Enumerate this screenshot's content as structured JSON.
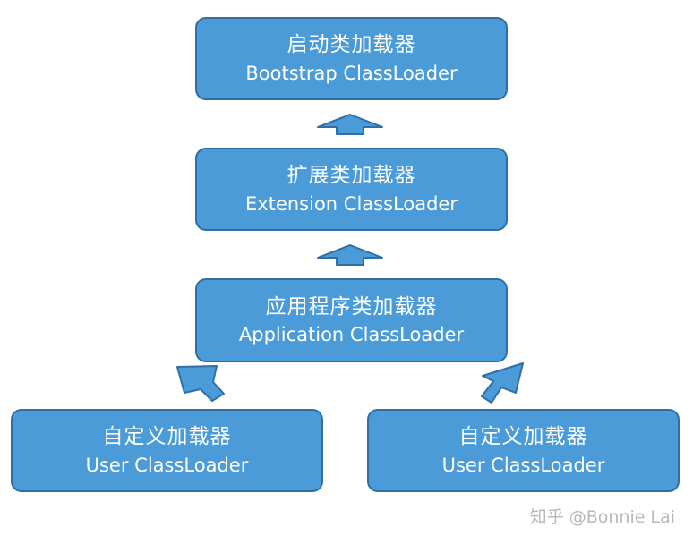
{
  "colors": {
    "box_fill": "#4a9bd8",
    "box_border": "#2f6fa6",
    "text": "#ffffff",
    "watermark": "#b8b8b8"
  },
  "nodes": {
    "bootstrap": {
      "zh": "启动类加载器",
      "en": "Bootstrap ClassLoader"
    },
    "extension": {
      "zh": "扩展类加载器",
      "en": "Extension ClassLoader"
    },
    "application": {
      "zh": "应用程序类加载器",
      "en": "Application ClassLoader"
    },
    "user_left": {
      "zh": "自定义加载器",
      "en": "User ClassLoader"
    },
    "user_right": {
      "zh": "自定义加载器",
      "en": "User ClassLoader"
    }
  },
  "edges": [
    {
      "from": "extension",
      "to": "bootstrap"
    },
    {
      "from": "application",
      "to": "extension"
    },
    {
      "from": "user_left",
      "to": "application"
    },
    {
      "from": "user_right",
      "to": "application"
    }
  ],
  "watermark": "知乎 @Bonnie Lai"
}
